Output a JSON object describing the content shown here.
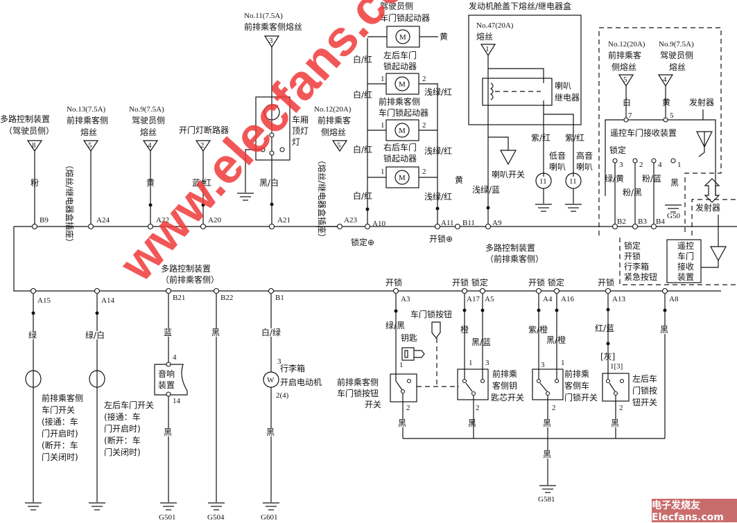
{
  "watermark": "www.elecfans.com",
  "logo": "电子发烧友 Elecfans.com",
  "top": {
    "mcu_drv": [
      "多路控制装置",
      "（驾驶员侧）"
    ],
    "mcu_drv_node": "8",
    "mcu_drv_wire": "粉",
    "f13": [
      "No.13(7.5A)",
      "前排乘客侧",
      "熔丝"
    ],
    "f13_node": "5",
    "f13_socket": "（熔丝/继电器盒插座）",
    "f9": [
      "No.9(7.5A)",
      "驾驶员侧",
      "熔丝"
    ],
    "f9_node": "4",
    "f9_wire": "黄",
    "breaker": "开门灯断路器",
    "breaker_node": "2",
    "breaker_wire": "蓝/红",
    "f11": [
      "No.11(7.5A)",
      "前排乘客侧熔丝"
    ],
    "f11_node": "3",
    "lamp": [
      "车厢",
      "顶灯",
      "灯"
    ],
    "lamp_wire": "黑/白",
    "f12": [
      "No.12(20A)",
      "前排乘客",
      "侧熔丝"
    ],
    "f12_node": "5",
    "f12_socket": "（熔丝/继电器盒插座）",
    "pins": [
      "B9",
      "A24",
      "A22",
      "A20",
      "A21",
      "A23",
      "A10",
      "A11",
      "B11",
      "A9",
      "B2",
      "B3",
      "B4"
    ]
  },
  "actuators": {
    "names": [
      [
        "驾驶员侧",
        "车门锁起动器"
      ],
      [
        "左后车门",
        "锁起动器"
      ],
      [
        "前排乘客侧",
        "车门锁起动器"
      ],
      [
        "右后车门",
        "锁起动器"
      ]
    ],
    "motor": "M",
    "pin1": "1",
    "pin2": "2",
    "wire_lock": "白/红",
    "wire_unlock": "浅绿/红",
    "wire_yellow": "黄",
    "lock": "锁定⊕",
    "unlock": "开锁⊕"
  },
  "engine_box": {
    "title": "发动机舱盖下熔丝/继电器盒",
    "fuse": [
      "No.47(20A)",
      "熔丝"
    ],
    "fuse_node": "1",
    "relay": [
      "喇叭",
      "继电器"
    ],
    "horn_switch": "喇叭开关",
    "wire_a9": "浅绿/蓝",
    "wire_low": "紫/红",
    "wire_high": "紫/红",
    "low": [
      "低音",
      "喇叭"
    ],
    "high": [
      "高音",
      "喇叭"
    ],
    "horn_node": "11"
  },
  "keyless": {
    "f12": [
      "No.12(20A)",
      "前排乘客",
      "侧熔丝"
    ],
    "f12_node": "5",
    "f12_wire": "白",
    "f12_pin": "7",
    "f9": [
      "No.9(7.5A)",
      "驾驶员侧",
      "熔丝"
    ],
    "f9_node": "4",
    "f9_wire": "黄",
    "f9_pin": "5",
    "transmitter": "发射器",
    "receiver": "遥控车门接收装置",
    "lock": "锁定",
    "pins": [
      "3",
      "2",
      "4",
      "1"
    ],
    "wires": [
      "绿/黄",
      "粉/黑",
      "粉/蓝",
      "黑"
    ],
    "ground": "G50",
    "tx_box": "发射器",
    "rx_inputs": [
      "锁定",
      "开锁",
      "行李箱",
      "紧急按钮"
    ],
    "rx_box": [
      "遥控",
      "车门",
      "接收",
      "装置"
    ]
  },
  "center": {
    "mcu_right": [
      "多路控制装置",
      "（前排乘客侧）"
    ],
    "mcu_left": [
      "多路控制装置",
      "（前排乘客侧）"
    ]
  },
  "bottom": {
    "pins": [
      "A15",
      "A14",
      "B21",
      "B22",
      "B1",
      "A3",
      "A17",
      "A5",
      "A4",
      "A16",
      "A13",
      "A8"
    ],
    "a15": {
      "wire": "绿",
      "desc": [
        "前排乘客侧",
        "车门开关",
        "(接通：车",
        "门开启时)",
        "(断开：车",
        "门关闭时)"
      ]
    },
    "a14": {
      "wire": "绿/白",
      "desc": [
        "左后车门开关",
        "(接通：车",
        "门开启时)",
        "(断开：车",
        "门关闭时)"
      ]
    },
    "b21": {
      "wire": "蓝",
      "pin_in": "4",
      "audio": [
        "音响",
        "装置"
      ],
      "pin_out": "14",
      "wire2": "黑",
      "ground": "G501"
    },
    "b22": {
      "wire": "黑",
      "ground": "G504"
    },
    "b1": {
      "wire": "白/绿",
      "pin_in": "3",
      "motor": "W",
      "name": [
        "行李箱",
        "开启电动机"
      ],
      "pin_out": "2(4)",
      "wire2": "黑",
      "ground": "G601"
    },
    "a3": {
      "func": "开锁",
      "wire": "绿/黑",
      "key": "钥匙",
      "button": "车门锁按钮",
      "p1": "1",
      "p2": "2",
      "name": [
        "前排乘客侧",
        "车门锁按钮",
        "开关"
      ],
      "wire2": "黑"
    },
    "a17a5": {
      "func": "开锁  锁定",
      "wire1": "橙",
      "wire2": "黑/蓝",
      "p1": "1",
      "p3": "3",
      "p2": "2",
      "name": [
        "前排乘",
        "客侧钥",
        "匙芯开关"
      ],
      "wire3": "黑"
    },
    "a4a16": {
      "func": "开锁  锁定",
      "wire1": "紫/橙",
      "wire2": "黑/橙",
      "p3": "3",
      "p1": "1",
      "p2": "2",
      "name": [
        "前排乘",
        "客侧车",
        "门锁开关"
      ],
      "wire3": "黑"
    },
    "a13": {
      "func": "开锁",
      "wire": "红/蓝",
      "alt": "[灰]",
      "p1": "1[3]",
      "p2": "2",
      "name": [
        "左后车",
        "门锁按",
        "钮开关"
      ],
      "wire2": "黑"
    },
    "a8": {
      "wire": "黑"
    },
    "common_wire": "黑",
    "ground": "G581"
  }
}
